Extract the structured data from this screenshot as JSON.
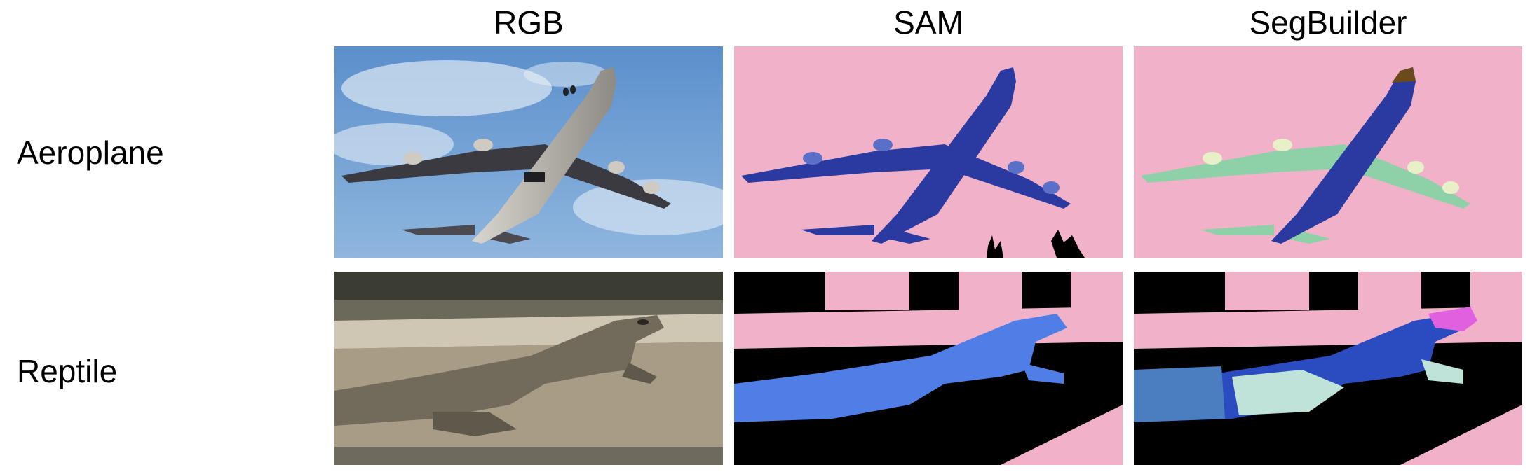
{
  "columns": [
    "RGB",
    "SAM",
    "SegBuilder"
  ],
  "rows": [
    {
      "label": "Aeroplane",
      "images": [
        "aeroplane-photo",
        "aeroplane-sam-mask",
        "aeroplane-segbuilder-mask"
      ]
    },
    {
      "label": "Reptile",
      "images": [
        "reptile-photo",
        "reptile-sam-mask",
        "reptile-segbuilder-mask"
      ]
    }
  ],
  "colors": {
    "mask_background_pink": "#f1b2c9",
    "plane_body_dark_blue": "#2b3aa0",
    "plane_wings_green": "#8ed0a8",
    "plane_engines_pale": "#e8f0c8",
    "plane_nose_brown": "#6b4a1c",
    "reptile_blue": "#4f7fe6",
    "reptile_head_magenta": "#e060e0",
    "reptile_legs_pale": "#bfe3d8",
    "reptile_rear_steel": "#4a7ec0",
    "mask_black": "#000000",
    "sky_blue": "#5f95cf"
  }
}
